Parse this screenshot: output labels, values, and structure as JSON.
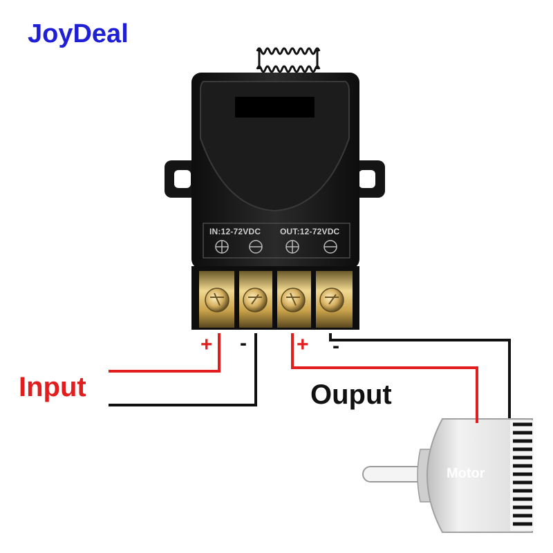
{
  "brand": {
    "name": "JoyDeal",
    "color": "#1f1fd6"
  },
  "relay_module": {
    "input_spec": "IN:12-72VDC",
    "output_spec": "OUT:12-72VDC",
    "body_color": "#151515",
    "terminal_color": "#c9a24a"
  },
  "wiring": {
    "input_label": "Input",
    "output_label": "Ouput",
    "input_plus": "+",
    "input_minus": "-",
    "output_plus": "+",
    "output_minus": "-",
    "positive_wire_color": "#e21d1d",
    "negative_wire_color": "#111111"
  },
  "motor": {
    "label": "Motor",
    "body_color": "#e4e4e4"
  }
}
